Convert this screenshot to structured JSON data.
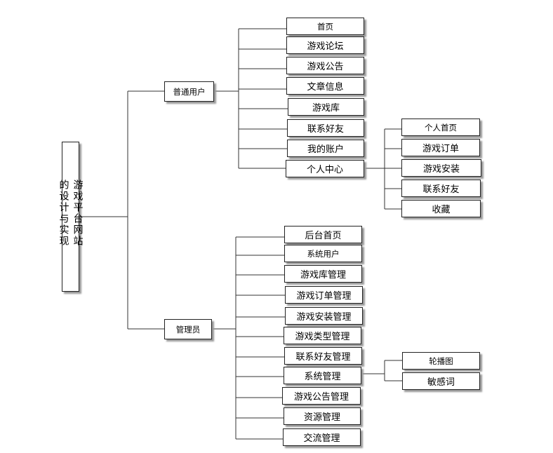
{
  "root": "游戏平台网站的设计与实现",
  "user_branch": {
    "label": "普通用户",
    "items": [
      "首页",
      "游戏论坛",
      "游戏公告",
      "文章信息",
      "游戏库",
      "联系好友",
      "我的账户",
      "个人中心"
    ],
    "personal_center": {
      "items": [
        "个人首页",
        "游戏订单",
        "游戏安装",
        "联系好友",
        "收藏"
      ]
    }
  },
  "admin_branch": {
    "label": "管理员",
    "items": [
      "后台首页",
      "系统用户",
      "游戏库管理",
      "游戏订单管理",
      "游戏安装管理",
      "游戏类型管理",
      "联系好友管理",
      "系统管理",
      "游戏公告管理",
      "资源管理",
      "交流管理"
    ],
    "system_management": {
      "items": [
        "轮播图",
        "敏感词"
      ]
    }
  }
}
